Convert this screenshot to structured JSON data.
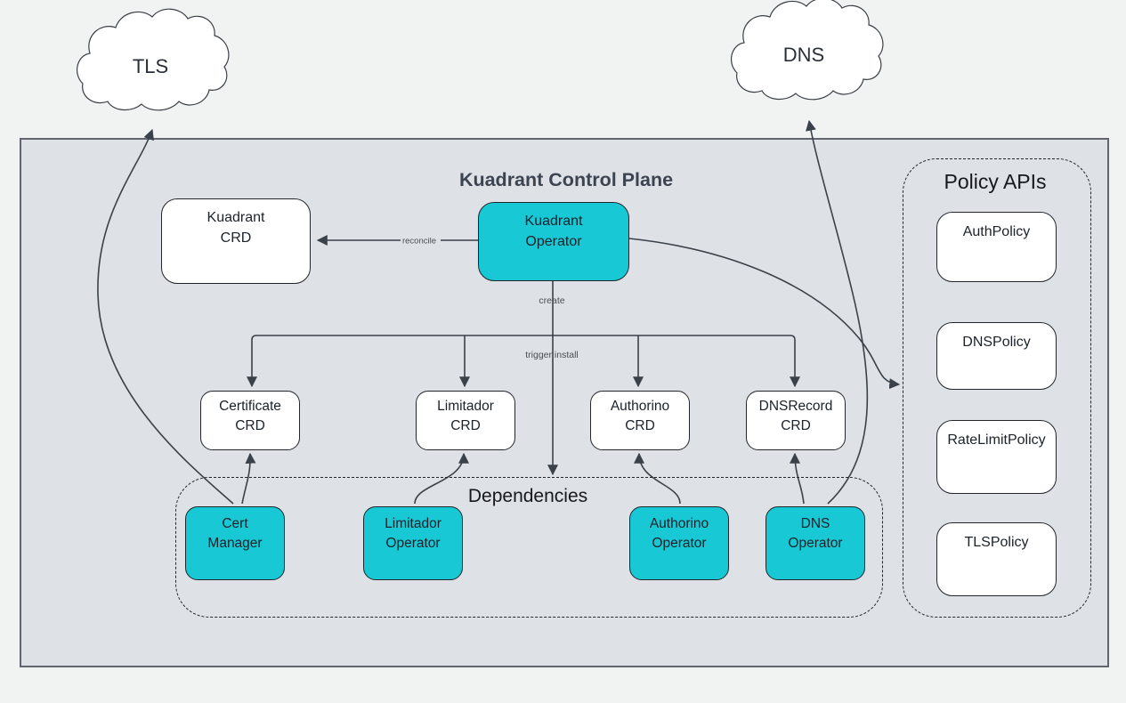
{
  "title": "Kuadrant Control Plane",
  "colors": {
    "accent_teal": "#18c8d4",
    "plane_background": "#dee1e6",
    "page_background": "#f1f2f2",
    "connector": "#3a4149"
  },
  "clouds": {
    "tls": {
      "label": "TLS"
    },
    "dns": {
      "label": "DNS"
    }
  },
  "nodes": {
    "kuadrant_crd": {
      "line1": "Kuadrant",
      "line2": "CRD"
    },
    "kuadrant_operator": {
      "line1": "Kuadrant",
      "line2": "Operator"
    },
    "certificate_crd": {
      "line1": "Certificate",
      "line2": "CRD"
    },
    "limitador_crd": {
      "line1": "Limitador",
      "line2": "CRD"
    },
    "authorino_crd": {
      "line1": "Authorino",
      "line2": "CRD"
    },
    "dnsrecord_crd": {
      "line1": "DNSRecord",
      "line2": "CRD"
    },
    "cert_manager": {
      "line1": "Cert",
      "line2": "Manager"
    },
    "limitador_operator": {
      "line1": "Limitador",
      "line2": "Operator"
    },
    "authorino_operator": {
      "line1": "Authorino",
      "line2": "Operator"
    },
    "dns_operator": {
      "line1": "DNS",
      "line2": "Operator"
    }
  },
  "groups": {
    "dependencies": {
      "label": "Dependencies"
    },
    "policy_apis": {
      "label": "Policy APIs",
      "items": [
        "AuthPolicy",
        "DNSPolicy",
        "RateLimitPolicy",
        "TLSPolicy"
      ]
    }
  },
  "edges": {
    "reconcile": "reconcile",
    "create": "create",
    "trigger_install": "trigger install"
  }
}
